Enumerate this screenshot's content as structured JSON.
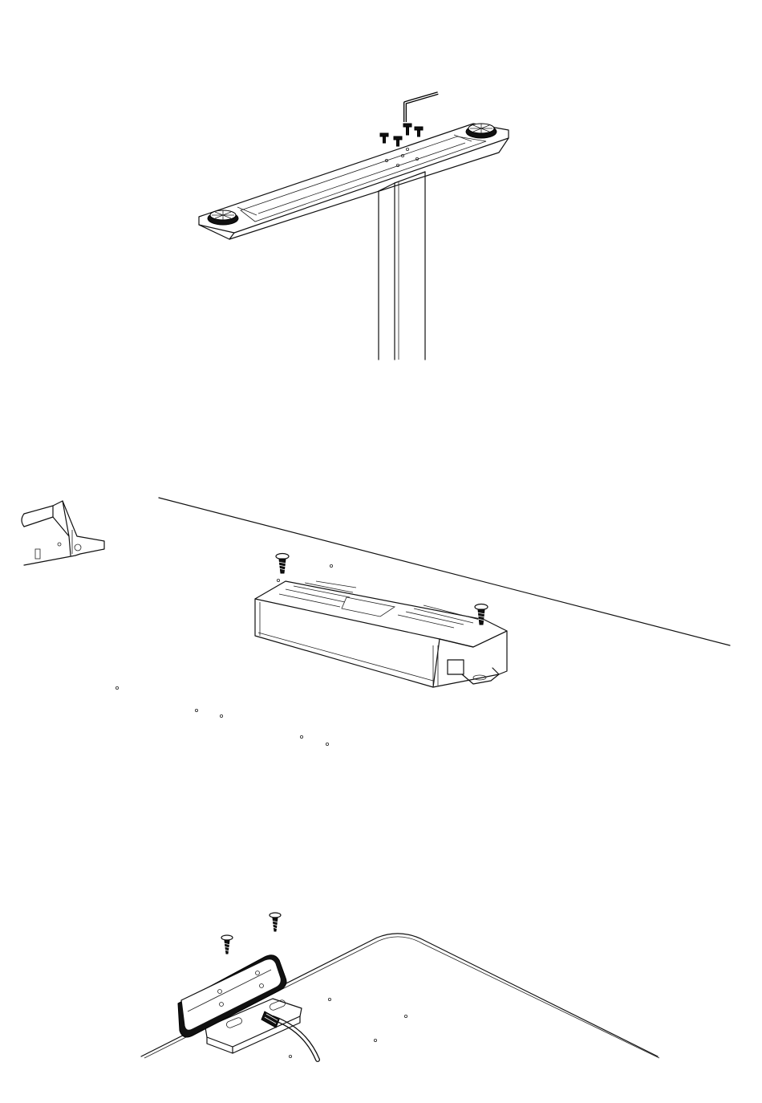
{
  "document": {
    "kind": "assembly-instructions",
    "steps": [
      {
        "id": "attach-foot-to-column",
        "parts": [
          "foot",
          "column",
          "leveling-glide",
          "bolt",
          "hex-key"
        ]
      },
      {
        "id": "mount-control-box-under-desktop",
        "parts": [
          "control-box",
          "wood-screw",
          "desktop"
        ]
      },
      {
        "id": "mount-handset-under-desktop",
        "parts": [
          "handset",
          "wood-screw",
          "cable",
          "desktop"
        ]
      }
    ],
    "line_color": "#111111",
    "background": "#ffffff"
  }
}
